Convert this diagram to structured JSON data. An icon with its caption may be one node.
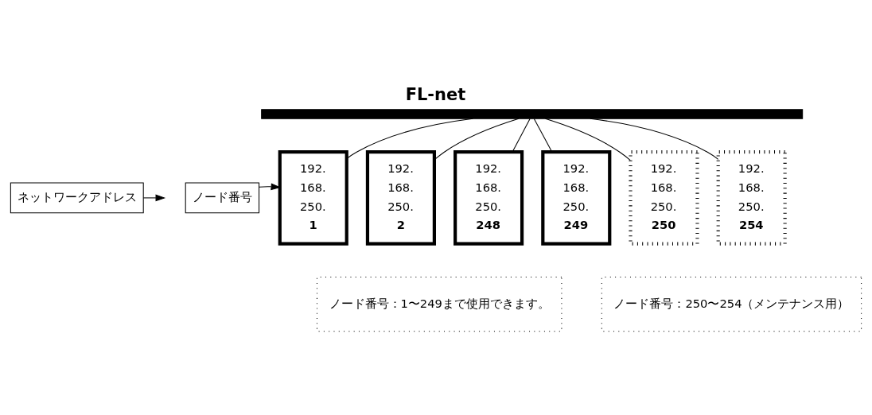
{
  "diagram": {
    "title": "FL-net",
    "nodes": [
      {
        "text": [],
        "shape": "bar"
      },
      {
        "text": [
          "192.",
          "168.",
          "250.",
          "1"
        ]
      },
      {
        "text": [
          "192.",
          "168.",
          "250.",
          "2"
        ]
      },
      {
        "text": [
          "192.",
          "168.",
          "250.",
          "248"
        ]
      },
      {
        "text": [
          "192.",
          "168.",
          "250.",
          "249"
        ]
      },
      {
        "text": [
          "192.",
          "168.",
          "250.",
          "250"
        ]
      },
      {
        "text": [
          "192.",
          "168.",
          "250.",
          "254"
        ]
      },
      {
        "text": [
          "ネットワークアドレス"
        ]
      },
      {
        "text": [
          "ノード番号"
        ]
      },
      {
        "text": [
          "ノード番号：1〜249まで使用できます。"
        ]
      },
      {
        "text": [
          "ノード番号：250〜254（メンテナンス用）"
        ]
      }
    ],
    "edges": [
      {
        "from": 0,
        "to": 1,
        "arrow": "none"
      },
      {
        "from": 0,
        "to": 2,
        "arrow": "none"
      },
      {
        "from": 0,
        "to": 3,
        "arrow": "none"
      },
      {
        "from": 0,
        "to": 4,
        "arrow": "none"
      },
      {
        "from": 0,
        "to": 5,
        "arrow": "none"
      },
      {
        "from": 0,
        "to": 6,
        "arrow": "none"
      },
      {
        "from": 7,
        "to": null,
        "arrow": "to"
      },
      {
        "from": 8,
        "to": 1,
        "arrow": "to"
      }
    ]
  }
}
